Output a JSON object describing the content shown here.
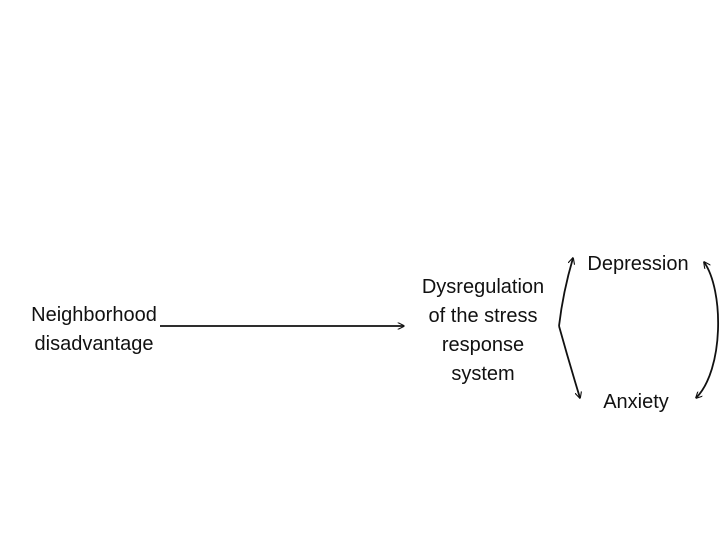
{
  "diagram": {
    "nodes": {
      "neighborhood": {
        "label": "Neighborhood\ndisadvantage"
      },
      "stress": {
        "label": "Dysregulation\nof the stress\nresponse\nsystem"
      },
      "depression": {
        "label": "Depression"
      },
      "anxiety": {
        "label": "Anxiety"
      }
    },
    "edges": [
      {
        "from": "neighborhood",
        "to": "stress"
      },
      {
        "from": "stress",
        "to": "depression"
      },
      {
        "from": "stress",
        "to": "anxiety"
      },
      {
        "from": "depression",
        "to": "anxiety",
        "bidirectional": true
      }
    ],
    "colors": {
      "ink": "#111111",
      "background": "#ffffff"
    }
  }
}
